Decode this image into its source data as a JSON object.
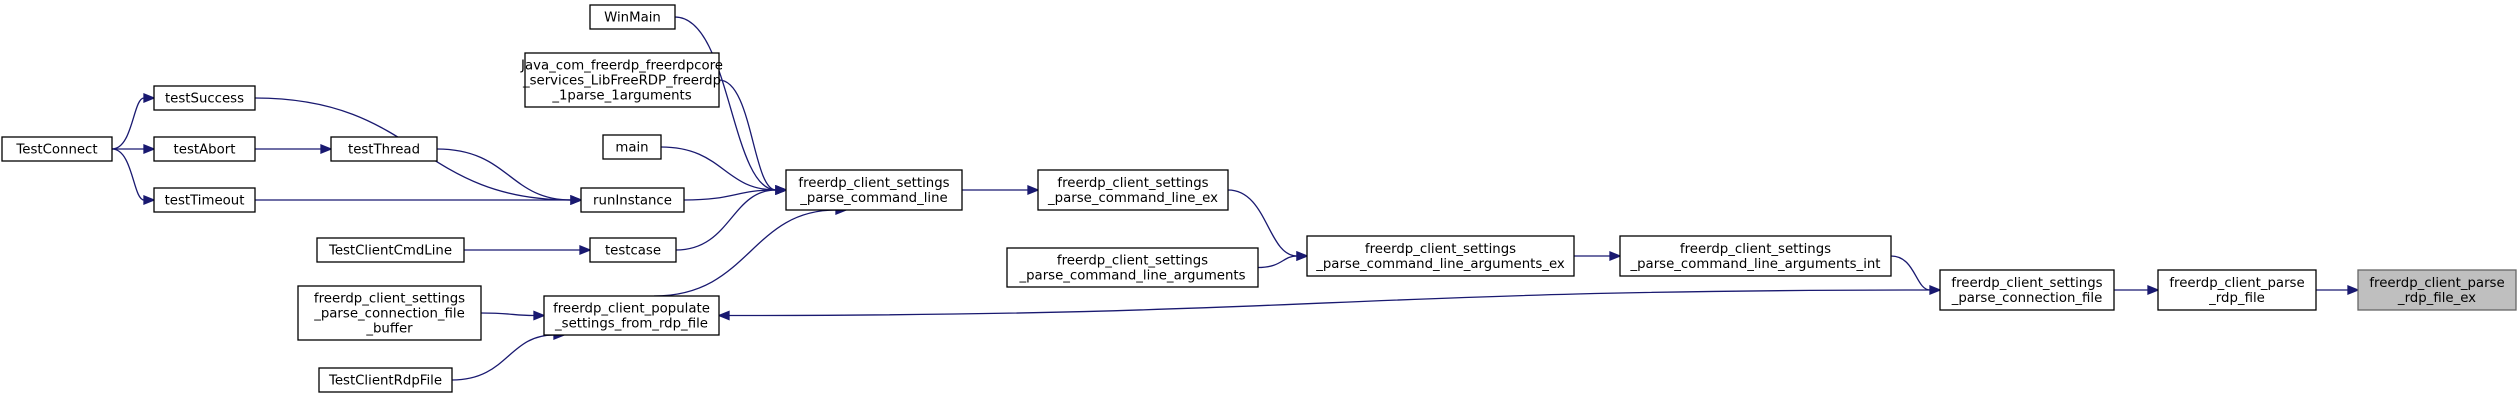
{
  "diagram": {
    "type": "call-graph",
    "colors": {
      "edge": "#191970",
      "node_border": "#000000",
      "root_fill": "#bfbfbf",
      "root_border": "#666666"
    },
    "nodes": {
      "testconnect": {
        "lines": [
          "TestConnect"
        ]
      },
      "testsuccess": {
        "lines": [
          "testSuccess"
        ]
      },
      "testabort": {
        "lines": [
          "testAbort"
        ]
      },
      "testtimeout": {
        "lines": [
          "testTimeout"
        ]
      },
      "testthread": {
        "lines": [
          "testThread"
        ]
      },
      "testclientcmdline": {
        "lines": [
          "TestClientCmdLine"
        ]
      },
      "buffer": {
        "lines": [
          "freerdp_client_settings",
          "_parse_connection_file",
          "_buffer"
        ]
      },
      "testclientrdpfile": {
        "lines": [
          "TestClientRdpFile"
        ]
      },
      "winmain": {
        "lines": [
          "WinMain"
        ]
      },
      "java": {
        "lines": [
          "Java_com_freerdp_freerdpcore",
          "_services_LibFreeRDP_freerdp",
          "_1parse_1arguments"
        ]
      },
      "main": {
        "lines": [
          "main"
        ]
      },
      "runinstance": {
        "lines": [
          "runInstance"
        ]
      },
      "testcase": {
        "lines": [
          "testcase"
        ]
      },
      "populate": {
        "lines": [
          "freerdp_client_populate",
          "_settings_from_rdp_file"
        ]
      },
      "cmdline": {
        "lines": [
          "freerdp_client_settings",
          "_parse_command_line"
        ]
      },
      "cmdline_ex": {
        "lines": [
          "freerdp_client_settings",
          "_parse_command_line_ex"
        ]
      },
      "args": {
        "lines": [
          "freerdp_client_settings",
          "_parse_command_line_arguments"
        ]
      },
      "args_ex": {
        "lines": [
          "freerdp_client_settings",
          "_parse_command_line_arguments_ex"
        ]
      },
      "args_int": {
        "lines": [
          "freerdp_client_settings",
          "_parse_command_line_arguments_int"
        ]
      },
      "connfile": {
        "lines": [
          "freerdp_client_settings",
          "_parse_connection_file"
        ]
      },
      "parse_rdp": {
        "lines": [
          "freerdp_client_parse",
          "_rdp_file"
        ]
      },
      "parse_rdp_ex": {
        "lines": [
          "freerdp_client_parse",
          "_rdp_file_ex"
        ]
      }
    },
    "edges": [
      {
        "from": "testconnect",
        "to": "testsuccess"
      },
      {
        "from": "testconnect",
        "to": "testabort"
      },
      {
        "from": "testconnect",
        "to": "testtimeout"
      },
      {
        "from": "testabort",
        "to": "testthread"
      },
      {
        "from": "testsuccess",
        "to": "runinstance"
      },
      {
        "from": "testthread",
        "to": "runinstance"
      },
      {
        "from": "testtimeout",
        "to": "runinstance"
      },
      {
        "from": "testclientcmdline",
        "to": "testcase"
      },
      {
        "from": "runinstance",
        "to": "cmdline"
      },
      {
        "from": "testcase",
        "to": "cmdline"
      },
      {
        "from": "winmain",
        "to": "cmdline"
      },
      {
        "from": "java",
        "to": "cmdline"
      },
      {
        "from": "main",
        "to": "cmdline"
      },
      {
        "from": "populate",
        "to": "cmdline"
      },
      {
        "from": "buffer",
        "to": "populate"
      },
      {
        "from": "testclientrdpfile",
        "to": "populate"
      },
      {
        "from": "cmdline",
        "to": "cmdline_ex"
      },
      {
        "from": "cmdline_ex",
        "to": "args_ex"
      },
      {
        "from": "args",
        "to": "args_ex"
      },
      {
        "from": "args_ex",
        "to": "args_int"
      },
      {
        "from": "args_int",
        "to": "connfile"
      },
      {
        "from": "connfile",
        "to": "populate"
      },
      {
        "from": "connfile",
        "to": "parse_rdp"
      },
      {
        "from": "parse_rdp",
        "to": "parse_rdp_ex"
      }
    ]
  }
}
